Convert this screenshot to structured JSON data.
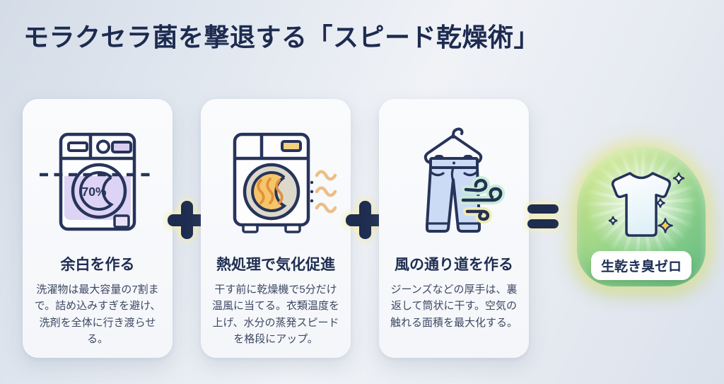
{
  "page": {
    "title": "モラクセラ菌を撃退する「スピード乾燥術」"
  },
  "cards": [
    {
      "icon": "washing-machine",
      "drum_label": "70%",
      "title": "余白を作る",
      "body": "洗濯物は最大容量の7割まで。詰め込みすぎを避け、洗剤を全体に行き渡らせる。"
    },
    {
      "icon": "dryer-heat",
      "title": "熱処理で気化促進",
      "body": "干す前に乾燥機で5分だけ温風に当てる。衣類温度を上げ、水分の蒸発スピードを格段にアップ。"
    },
    {
      "icon": "jeans-hanger-wind",
      "title": "風の通り道を作る",
      "body": "ジーンズなどの厚手は、裏返して筒状に干す。空気の触れる面積を最大化する。"
    }
  ],
  "operators": {
    "plus": "+",
    "equals": "="
  },
  "result": {
    "icon": "sparkling-tshirt",
    "label": "生乾き臭ゼロ"
  },
  "colors": {
    "title_navy": "#1d2b50",
    "card_bg": "#f7f8fa",
    "accent_purple": "#ddd3f4",
    "accent_orange": "#f6c56a",
    "accent_blue_jeans": "#ccdbf5",
    "badge_green_light": "#dfee8d",
    "badge_green_dark": "#6cbd83",
    "glow_yellow": "#f3edb4",
    "sparkle_gold": "#f3ca55"
  }
}
